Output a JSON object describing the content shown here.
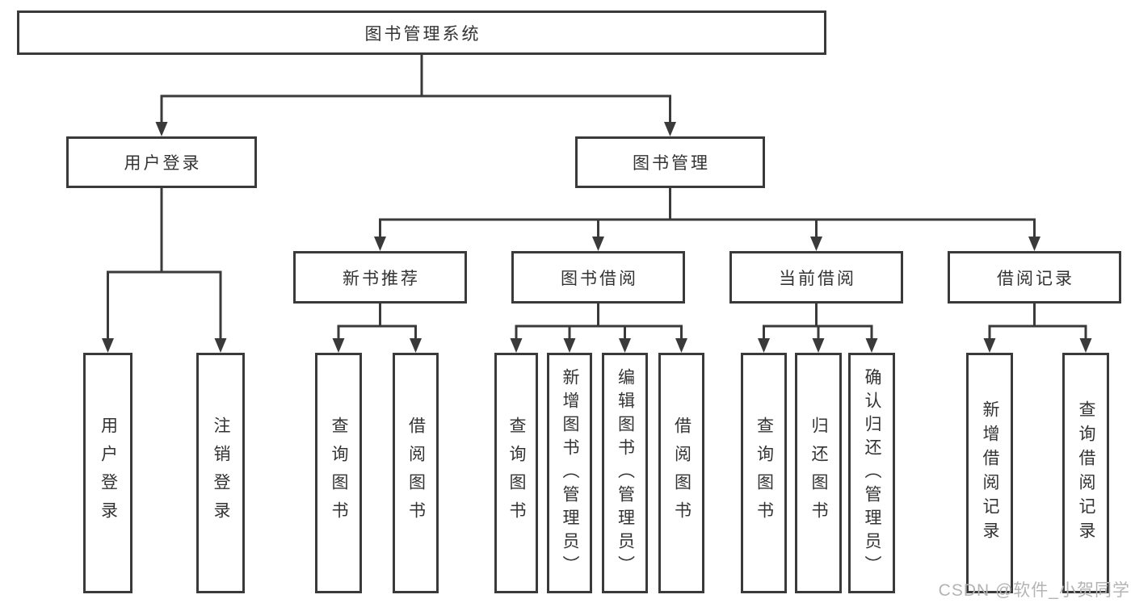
{
  "diagram_title": "图书管理系统",
  "colors": {
    "line": "#3a3a3a",
    "box_border": "#3a3a3a",
    "text": "#333333",
    "watermark": "#b4b4b4",
    "background": "#ffffff"
  },
  "watermark": {
    "text": "CSDN @软件_小贺同学"
  },
  "tree": {
    "label": "图书管理系统",
    "children": [
      {
        "label": "用户登录",
        "children": [
          {
            "label": "用户登录"
          },
          {
            "label": "注销登录"
          }
        ]
      },
      {
        "label": "图书管理",
        "children": [
          {
            "label": "新书推荐",
            "children": [
              {
                "label": "查询图书"
              },
              {
                "label": "借阅图书"
              }
            ]
          },
          {
            "label": "图书借阅",
            "children": [
              {
                "label": "查询图书"
              },
              {
                "label": "新增图书（管理员）"
              },
              {
                "label": "编辑图书（管理员）"
              },
              {
                "label": "借阅图书"
              }
            ]
          },
          {
            "label": "当前借阅",
            "children": [
              {
                "label": "查询图书"
              },
              {
                "label": "归还图书"
              },
              {
                "label": "确认归还（管理员）"
              }
            ]
          },
          {
            "label": "借阅记录",
            "children": [
              {
                "label": "新增借阅记录"
              },
              {
                "label": "查询借阅记录"
              }
            ]
          }
        ]
      }
    ]
  }
}
